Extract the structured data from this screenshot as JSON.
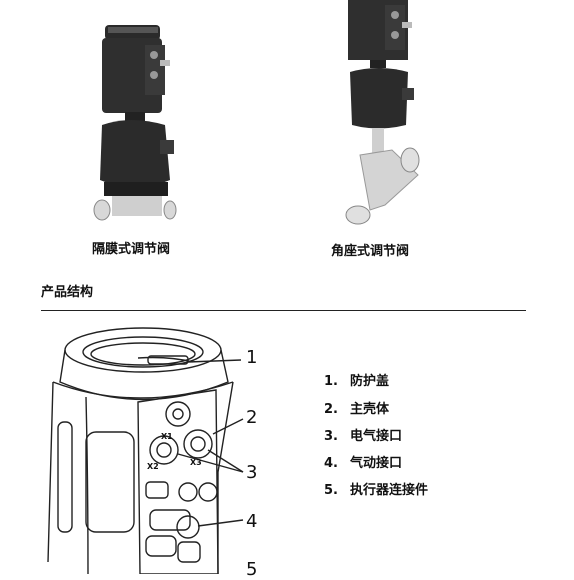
{
  "products": [
    {
      "caption": "隔膜式调节阀"
    },
    {
      "caption": "角座式调节阀"
    }
  ],
  "section": {
    "title": "产品结构"
  },
  "structure": {
    "callouts": [
      "1",
      "2",
      "3",
      "4",
      "5"
    ],
    "ports": [
      "X1",
      "X2",
      "X3"
    ],
    "parts": [
      {
        "num": "1.",
        "label": "防护盖"
      },
      {
        "num": "2.",
        "label": "主壳体"
      },
      {
        "num": "3.",
        "label": "电气接口"
      },
      {
        "num": "4.",
        "label": "气动接口"
      },
      {
        "num": "5.",
        "label": "执行器连接件"
      }
    ]
  }
}
